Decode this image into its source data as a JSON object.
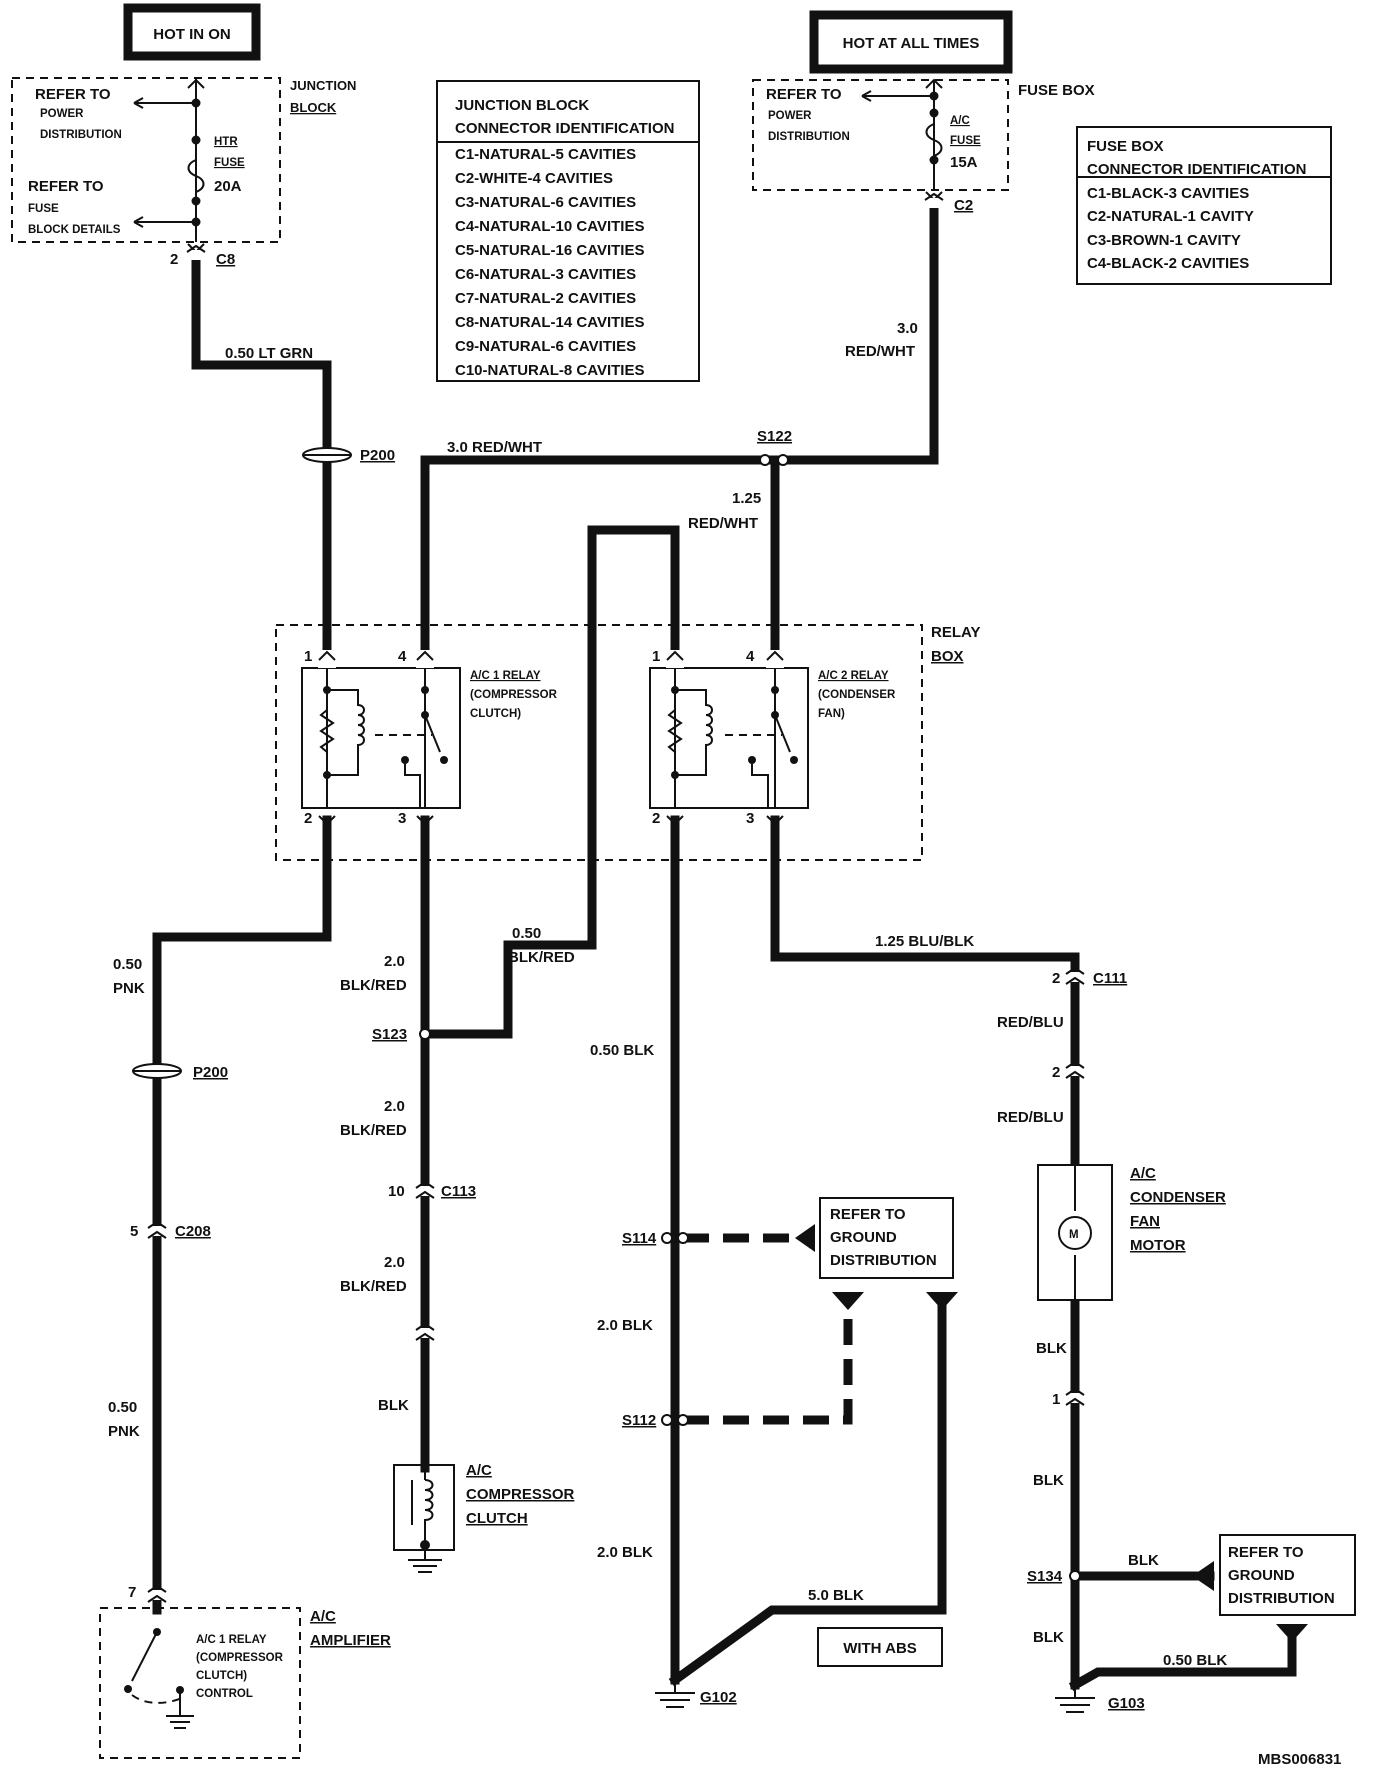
{
  "sources": {
    "hot_in_on": "HOT IN ON",
    "hot_at_all_times": "HOT AT ALL TIMES"
  },
  "junction_block": {
    "title_line1": "JUNCTION",
    "title_line2": "BLOCK",
    "refer1_line1": "REFER TO",
    "refer1_line2": "POWER",
    "refer1_line3": "DISTRIBUTION",
    "refer2_line1": "REFER TO",
    "refer2_line2": "FUSE",
    "refer2_line3": "BLOCK DETAILS",
    "fuse_line1": "HTR",
    "fuse_line2": "FUSE",
    "fuse_rating": "20A",
    "pin": "2",
    "connector": "C8"
  },
  "junction_ident": {
    "title_line1": "JUNCTION BLOCK",
    "title_line2": "CONNECTOR IDENTIFICATION",
    "rows": [
      "C1-NATURAL-5 CAVITIES",
      "C2-WHITE-4 CAVITIES",
      "C3-NATURAL-6 CAVITIES",
      "C4-NATURAL-10 CAVITIES",
      "C5-NATURAL-16 CAVITIES",
      "C6-NATURAL-3 CAVITIES",
      "C7-NATURAL-2 CAVITIES",
      "C8-NATURAL-14 CAVITIES",
      "C9-NATURAL-6 CAVITIES",
      "C10-NATURAL-8 CAVITIES"
    ]
  },
  "fuse_box": {
    "title": "FUSE BOX",
    "refer_line1": "REFER TO",
    "refer_line2": "POWER",
    "refer_line3": "DISTRIBUTION",
    "fuse_line1": "A/C",
    "fuse_line2": "FUSE",
    "fuse_rating": "15A",
    "connector": "C2"
  },
  "fuse_ident": {
    "title_line1": "FUSE BOX",
    "title_line2": "CONNECTOR IDENTIFICATION",
    "rows": [
      "C1-BLACK-3 CAVITIES",
      "C2-NATURAL-1 CAVITY",
      "C3-BROWN-1 CAVITY",
      "C4-BLACK-2 CAVITIES"
    ]
  },
  "wires": {
    "lt_grn": "0.50 LT GRN",
    "red_wht_top": "3.0 RED/WHT",
    "red_wht_right_size": "3.0",
    "red_wht_right_color": "RED/WHT",
    "red_wht_small_size": "1.25",
    "red_wht_small_color": "RED/WHT",
    "pnk_upper_size": "0.50",
    "pnk_upper_color": "PNK",
    "pnk_lower_size": "0.50",
    "pnk_lower_color": "PNK",
    "blk_red_1_size": "2.0",
    "blk_red_1_color": "BLK/RED",
    "blk_red_050_size": "0.50",
    "blk_red_050_color": "BLK/RED",
    "blk_red_2_size": "2.0",
    "blk_red_2_color": "BLK/RED",
    "blk_red_3_size": "2.0",
    "blk_red_3_color": "BLK/RED",
    "blk_clutch": "BLK",
    "blk_050": "0.50 BLK",
    "blk_20_a": "2.0 BLK",
    "blk_20_b": "2.0 BLK",
    "blk_50": "5.0 BLK",
    "blu_blk": "1.25 BLU/BLK",
    "red_blu_1": "RED/BLU",
    "red_blu_2": "RED/BLU",
    "blk_fan_1": "BLK",
    "blk_fan_2": "BLK",
    "blk_s134": "BLK",
    "blk_fan_3": "BLK",
    "blk_g103": "0.50 BLK"
  },
  "splices": {
    "s122": "S122",
    "s123": "S123",
    "s114": "S114",
    "s112": "S112",
    "s134": "S134"
  },
  "connectors": {
    "p200_top": "P200",
    "p200_bottom": "P200",
    "c208_pin": "5",
    "c208": "C208",
    "c113_pin": "10",
    "c113": "C113",
    "c111_pin": "2",
    "c111": "C111",
    "fan_conn_pin": "2",
    "fan_ground_pin": "1",
    "amp_pin": "7"
  },
  "relay_box": {
    "title_line1": "RELAY",
    "title_line2": "BOX",
    "relay1_line1": "A/C 1 RELAY",
    "relay1_line2": "(COMPRESSOR",
    "relay1_line3": "CLUTCH)",
    "relay2_line1": "A/C 2 RELAY",
    "relay2_line2": "(CONDENSER",
    "relay2_line3": "FAN)",
    "pin1": "1",
    "pin2": "2",
    "pin3": "3",
    "pin4": "4"
  },
  "components": {
    "clutch_line1": "A/C",
    "clutch_line2": "COMPRESSOR",
    "clutch_line3": "CLUTCH",
    "fan_line1": "A/C",
    "fan_line2": "CONDENSER",
    "fan_line3": "FAN",
    "fan_line4": "MOTOR",
    "amp_line1": "A/C",
    "amp_line2": "AMPLIFIER",
    "amp_relay_line1": "A/C 1 RELAY",
    "amp_relay_line2": "(COMPRESSOR",
    "amp_relay_line3": "CLUTCH)",
    "amp_relay_line4": "CONTROL"
  },
  "ground_refs": {
    "center_line1": "REFER TO",
    "center_line2": "GROUND",
    "center_line3": "DISTRIBUTION",
    "right_line1": "REFER TO",
    "right_line2": "GROUND",
    "right_line3": "DISTRIBUTION",
    "with_abs": "WITH ABS",
    "g102": "G102",
    "g103": "G103"
  },
  "footer": {
    "code": "MBS006831"
  }
}
